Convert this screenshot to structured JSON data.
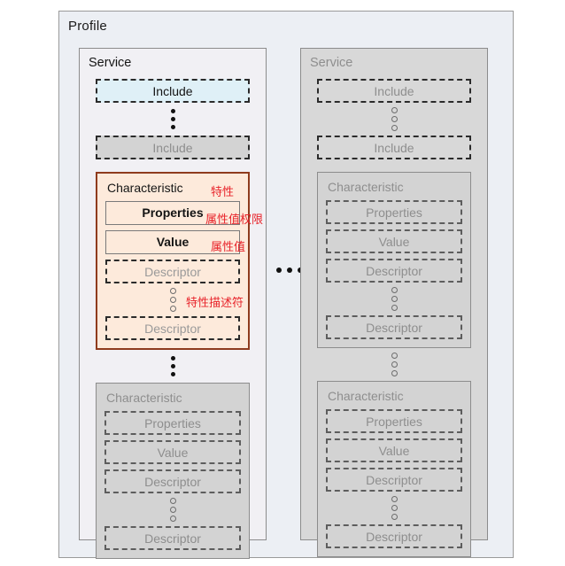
{
  "diagram": {
    "title": "Profile",
    "columns": [
      {
        "name": "service-active",
        "title": "Service",
        "state": "highlighted",
        "includes": [
          {
            "label": "Include",
            "style": "highlight-blue"
          },
          {
            "label": "Include",
            "style": "dim"
          }
        ],
        "characteristics": [
          {
            "title": "Characteristic",
            "state": "highlighted",
            "properties_label": "Properties",
            "value_label": "Value",
            "descriptors": [
              "Descriptor",
              "Descriptor"
            ],
            "annotations": {
              "characteristic": "特性",
              "properties": "属性值权限",
              "value": "属性值",
              "descriptor": "特性描述符"
            }
          },
          {
            "title": "Characteristic",
            "state": "dim",
            "properties_label": "Properties",
            "value_label": "Value",
            "descriptors": [
              "Descriptor",
              "Descriptor"
            ]
          }
        ]
      },
      {
        "name": "service-dim",
        "title": "Service",
        "state": "dim",
        "includes": [
          {
            "label": "Include",
            "style": "dim"
          },
          {
            "label": "Include",
            "style": "dim"
          }
        ],
        "characteristics": [
          {
            "title": "Characteristic",
            "state": "dim",
            "properties_label": "Properties",
            "value_label": "Value",
            "descriptors": [
              "Descriptor",
              "Descriptor"
            ]
          },
          {
            "title": "Characteristic",
            "state": "dim",
            "properties_label": "Properties",
            "value_label": "Value",
            "descriptors": [
              "Descriptor",
              "Descriptor"
            ]
          }
        ]
      }
    ],
    "ellipsis_between_columns": "•••",
    "colors": {
      "panel_background": "#eceff4",
      "service_active_background": "#f1f0f4",
      "service_dim_background": "#d8d8d8",
      "include_highlight": "#dff0f7",
      "characteristic_highlight_fill": "#fdeadb",
      "characteristic_highlight_border": "#8f3b1d",
      "annotation_red": "#e8232a",
      "dim_text": "#8e8e8e"
    }
  }
}
